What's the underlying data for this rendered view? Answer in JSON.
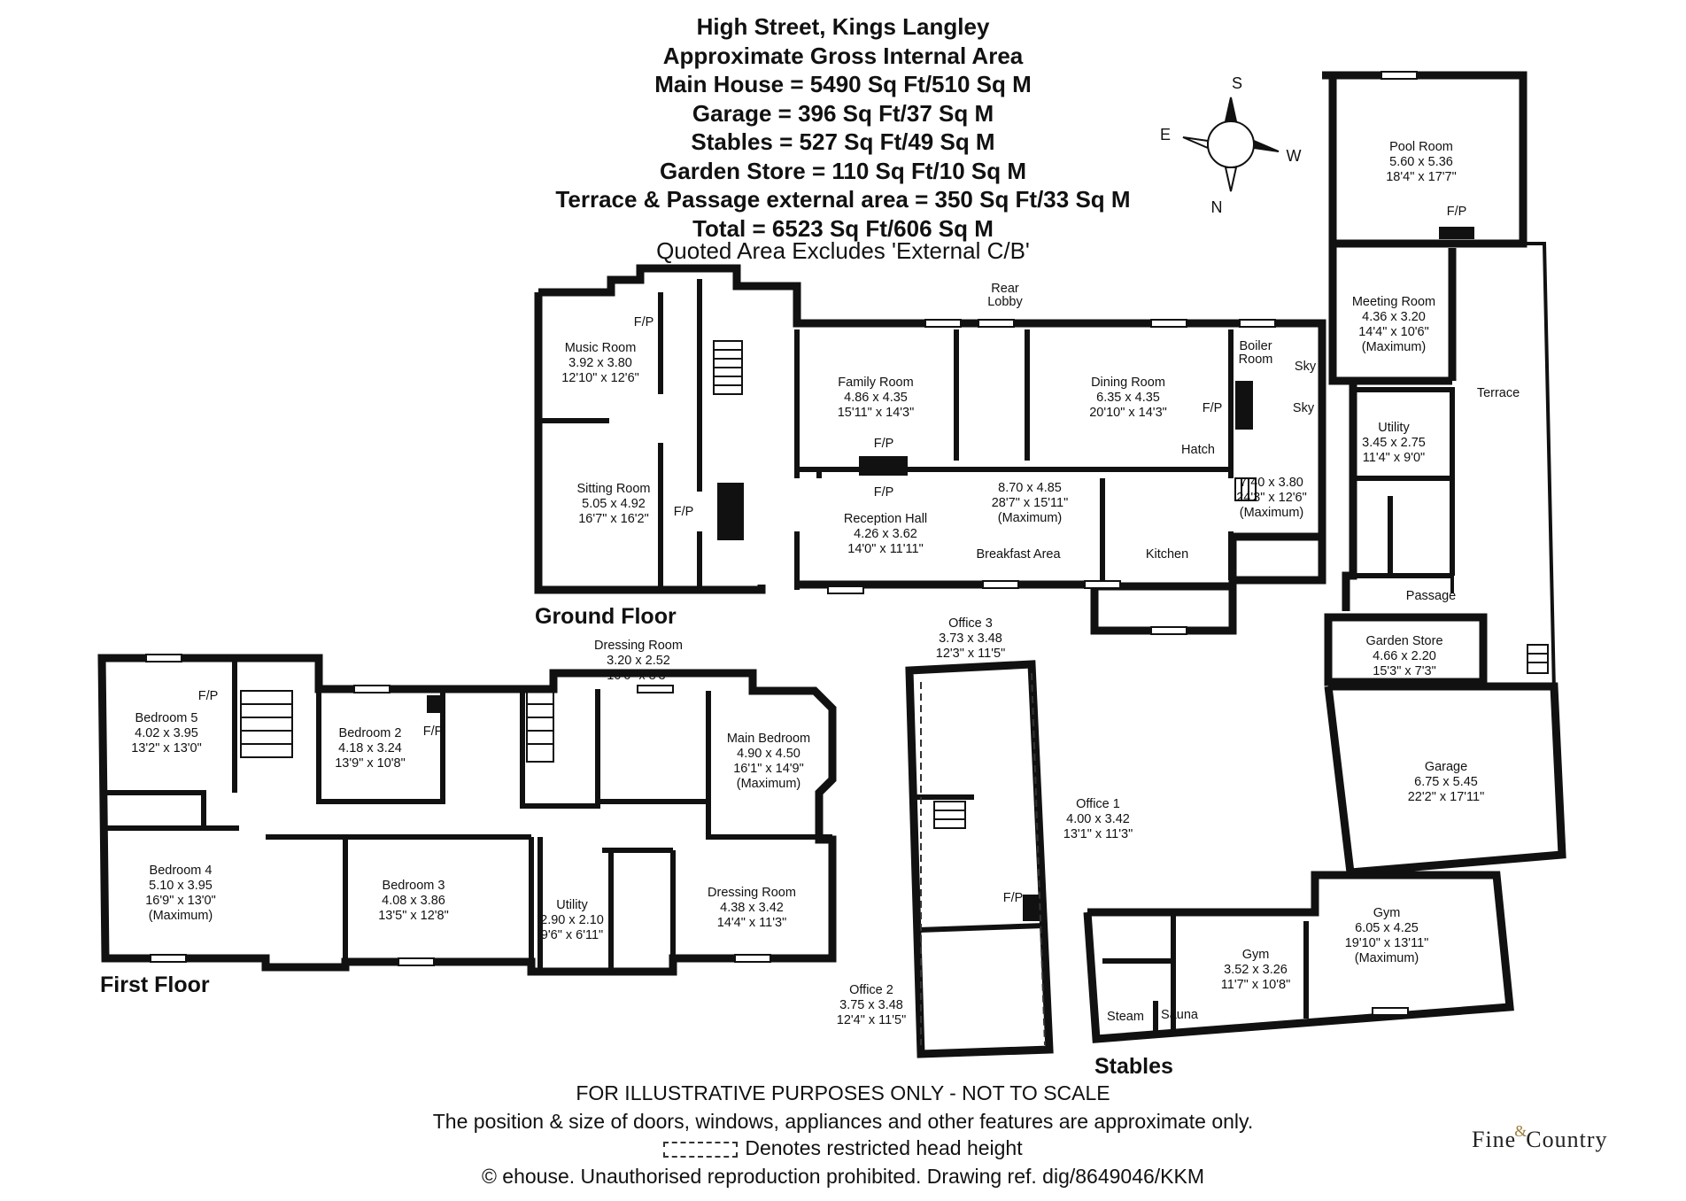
{
  "header": {
    "lines": [
      "High Street, Kings Langley",
      "Approximate Gross Internal Area",
      "Main House = 5490 Sq Ft/510 Sq M",
      "Garage = 396 Sq Ft/37 Sq M",
      "Stables = 527 Sq Ft/49 Sq M",
      "Garden Store = 110 Sq Ft/10 Sq M",
      "Terrace & Passage external area = 350 Sq Ft/33 Sq M",
      "Total = 6523 Sq Ft/606 Sq M"
    ],
    "note": "Quoted Area Excludes 'External C/B'"
  },
  "compass": {
    "s": "S",
    "e": "E",
    "w": "W",
    "n": "N"
  },
  "floors": {
    "ground": "Ground Floor",
    "first": "First Floor",
    "stables": "Stables"
  },
  "rooms": {
    "music": [
      "Music Room",
      "3.92 x 3.80",
      "12'10\" x 12'6\""
    ],
    "sitting": [
      "Sitting Room",
      "5.05 x 4.92",
      "16'7\" x 16'2\""
    ],
    "family": [
      "Family Room",
      "4.86 x 4.35",
      "15'11\" x 14'3\""
    ],
    "reception": [
      "Reception Hall",
      "4.26 x 3.62",
      "14'0\" x 11'11\""
    ],
    "dining": [
      "Dining Room",
      "6.35 x 4.35",
      "20'10\" x 14'3\""
    ],
    "kitchen_dims": [
      "8.70 x 4.85",
      "28'7\" x 15'11\"",
      "(Maximum)"
    ],
    "breakfast": "Breakfast Area",
    "kitchen": "Kitchen",
    "hatch": "Hatch",
    "rear_lobby": [
      "Rear",
      "Lobby"
    ],
    "boiler": [
      "Boiler",
      "Room"
    ],
    "sky": "Sky",
    "back_room": [
      "7.40 x 3.80",
      "24'3\" x 12'6\"",
      "(Maximum)"
    ],
    "pool": [
      "Pool Room",
      "5.60 x 5.36",
      "18'4\" x 17'7\""
    ],
    "meeting": [
      "Meeting Room",
      "4.36 x 3.20",
      "14'4\" x 10'6\"",
      "(Maximum)"
    ],
    "utility_g": [
      "Utility",
      "3.45 x 2.75",
      "11'4\" x 9'0\""
    ],
    "terrace": "Terrace",
    "passage": "Passage",
    "garden_store": [
      "Garden Store",
      "4.66 x 2.20",
      "15'3\" x 7'3\""
    ],
    "garage": [
      "Garage",
      "6.75 x 5.45",
      "22'2\" x 17'11\""
    ],
    "gym_large": [
      "Gym",
      "6.05 x 4.25",
      "19'10\" x 13'11\"",
      "(Maximum)"
    ],
    "gym_small": [
      "Gym",
      "3.52 x 3.26",
      "11'7\" x 10'8\""
    ],
    "steam": "Steam",
    "sauna": "Sauna",
    "office3": [
      "Office 3",
      "3.73 x 3.48",
      "12'3\" x 11'5\""
    ],
    "office1": [
      "Office 1",
      "4.00 x 3.42",
      "13'1\" x 11'3\""
    ],
    "office2": [
      "Office 2",
      "3.75 x 3.48",
      "12'4\" x 11'5\""
    ],
    "bed5": [
      "Bedroom 5",
      "4.02 x 3.95",
      "13'2\" x 13'0\""
    ],
    "bed2": [
      "Bedroom 2",
      "4.18 x 3.24",
      "13'9\" x 10'8\""
    ],
    "bed4": [
      "Bedroom 4",
      "5.10 x 3.95",
      "16'9\" x 13'0\"",
      "(Maximum)"
    ],
    "bed3": [
      "Bedroom 3",
      "4.08 x 3.86",
      "13'5\" x 12'8\""
    ],
    "utility_f": [
      "Utility",
      "2.90 x 2.10",
      "9'6\" x 6'11\""
    ],
    "dressing1": [
      "Dressing Room",
      "3.20 x 2.52",
      "10'6\" x 8'3\""
    ],
    "main_bed": [
      "Main Bedroom",
      "4.90 x 4.50",
      "16'1\" x 14'9\"",
      "(Maximum)"
    ],
    "dressing2": [
      "Dressing Room",
      "4.38 x 3.42",
      "14'4\" x 11'3\""
    ],
    "fp": "F/P"
  },
  "footer": {
    "disclaimer": "FOR ILLUSTRATIVE PURPOSES ONLY - NOT TO SCALE",
    "position_note": "The position & size of doors, windows, appliances and other features are approximate only.",
    "restricted": "Denotes restricted head height",
    "copyright": "© ehouse. Unauthorised reproduction prohibited. Drawing ref. dig/8649046/KKM"
  },
  "brand": {
    "left": "Fine",
    "amp": "&",
    "right": "Country"
  }
}
